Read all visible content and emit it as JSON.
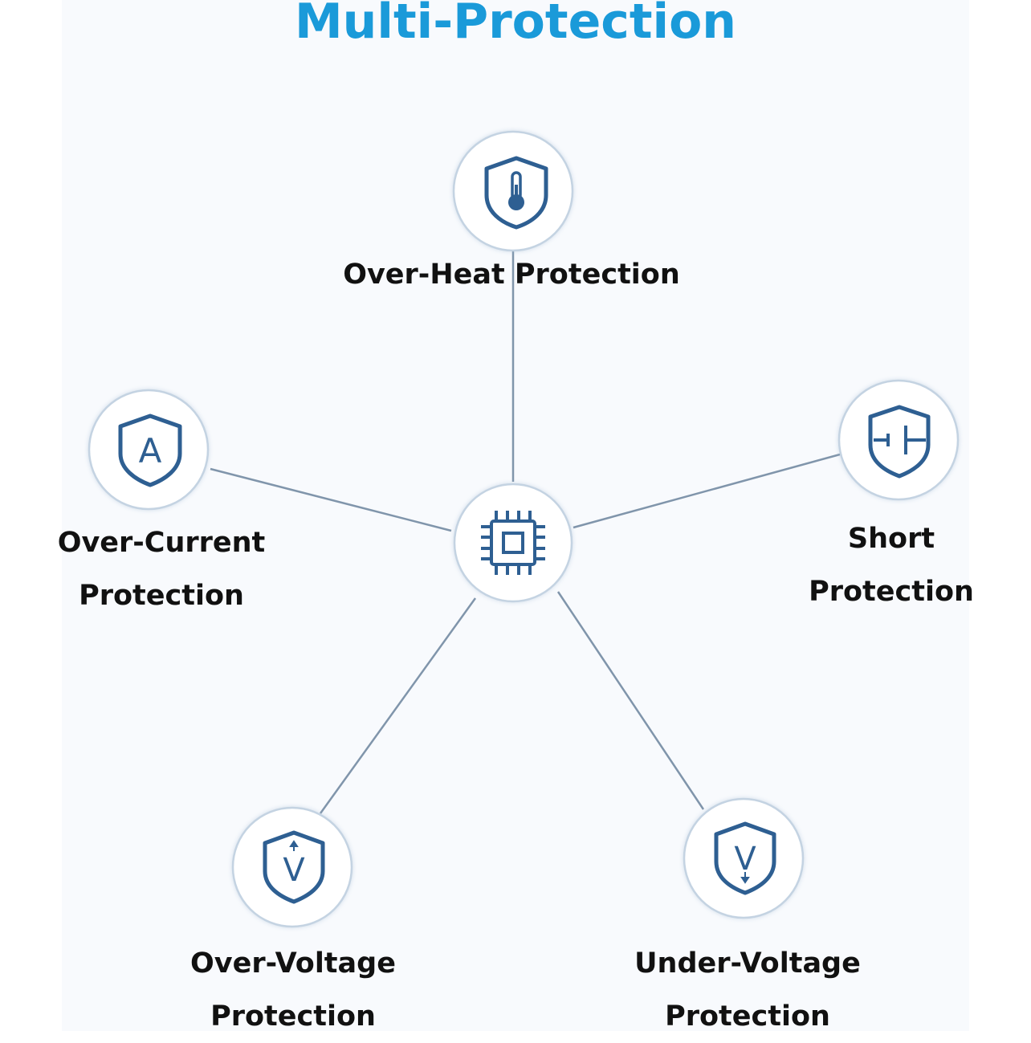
{
  "title": "Multi-Protection",
  "center": {
    "icon": "chip-icon"
  },
  "protections": [
    {
      "id": "over-heat",
      "icon": "thermometer-shield-icon",
      "lines": [
        "Over-Heat Protection"
      ]
    },
    {
      "id": "over-current",
      "icon": "ampere-shield-icon",
      "lines": [
        "Over-Current",
        "Protection"
      ]
    },
    {
      "id": "short",
      "icon": "battery-shield-icon",
      "lines": [
        "Short",
        "Protection"
      ]
    },
    {
      "id": "over-voltage",
      "icon": "voltage-up-shield-icon",
      "lines": [
        "Over-Voltage",
        "Protection"
      ]
    },
    {
      "id": "under-voltage",
      "icon": "voltage-down-shield-icon",
      "lines": [
        "Under-Voltage",
        "Protection"
      ]
    }
  ],
  "colors": {
    "title": "#1a9ad9",
    "icon": "#2e5f92",
    "connector": "#8095ab",
    "node_border": "#c4d3e2",
    "background": "#f8fafd"
  }
}
